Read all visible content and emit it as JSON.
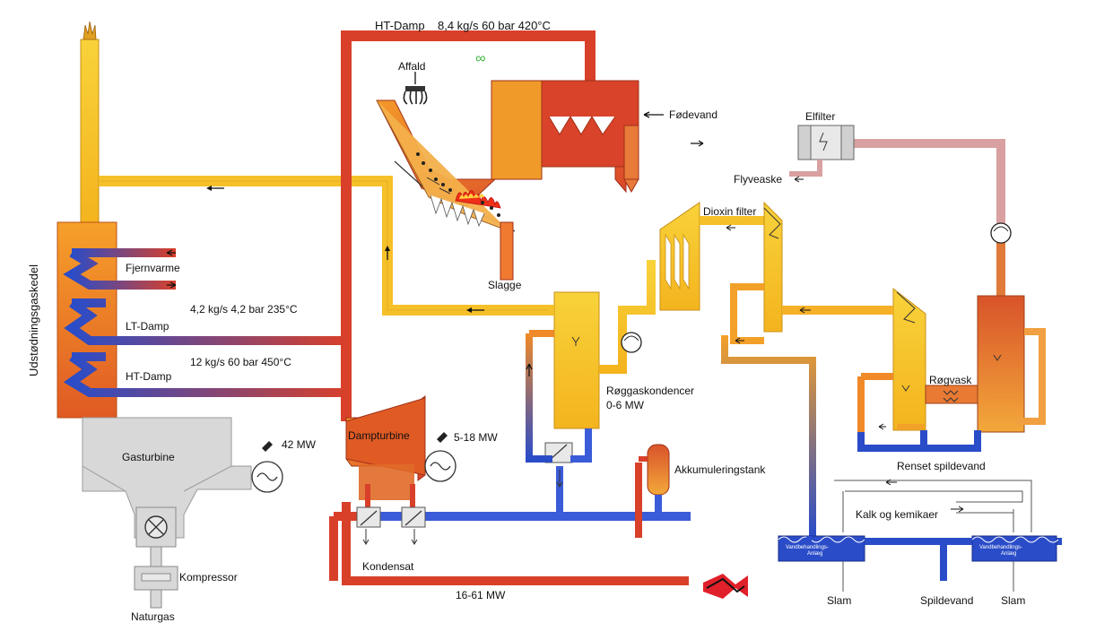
{
  "labels": {
    "ht_damp_top": "HT-Damp",
    "ht_damp_top_spec": "8,4 kg/s 60 bar 420°C",
    "affald": "Affald",
    "fodevand": "Fødevand",
    "elfilter": "Elfilter",
    "flyveaske": "Flyveaske",
    "slagge": "Slagge",
    "dioxin_filter": "Dioxin filter",
    "fjernvarme": "Fjernvarme",
    "lt_damp": "LT-Damp",
    "lt_damp_spec": "4,2 kg/s 4,2 bar 235°C",
    "ht_damp": "HT-Damp",
    "ht_damp_spec": "12 kg/s 60 bar 450°C",
    "udstodningsgaskedel": "Udstødningsgaskedel",
    "gasturbine": "Gasturbine",
    "gasturbine_power": "42 MW",
    "kompressor": "Kompressor",
    "naturgas": "Naturgas",
    "dampturbine": "Dampturbine",
    "dampturbine_power": "5-18 MW",
    "kondensat": "Kondensat",
    "bottom_power": "16-61 MW",
    "roggaskondencer": "Røggaskondencer",
    "roggaskondencer_power": "0-6 MW",
    "akkumuleringstank": "Akkumuleringstank",
    "rogvask": "Røgvask",
    "renset_spildevand": "Renset spildevand",
    "kalk": "Kalk og kemikaer",
    "vandbehandling_1": "Vandbehandlings-",
    "vandbehandling_2": "Anlæg",
    "slam_left": "Slam",
    "spildevand": "Spildevand",
    "slam_right": "Slam"
  },
  "colors": {
    "ht_red": "#d8402a",
    "orange": "#f08a28",
    "yellow": "#f8c828",
    "blue": "#2a4cc8",
    "grey": "#d8d8d8",
    "logo_red": "#e0202a"
  }
}
